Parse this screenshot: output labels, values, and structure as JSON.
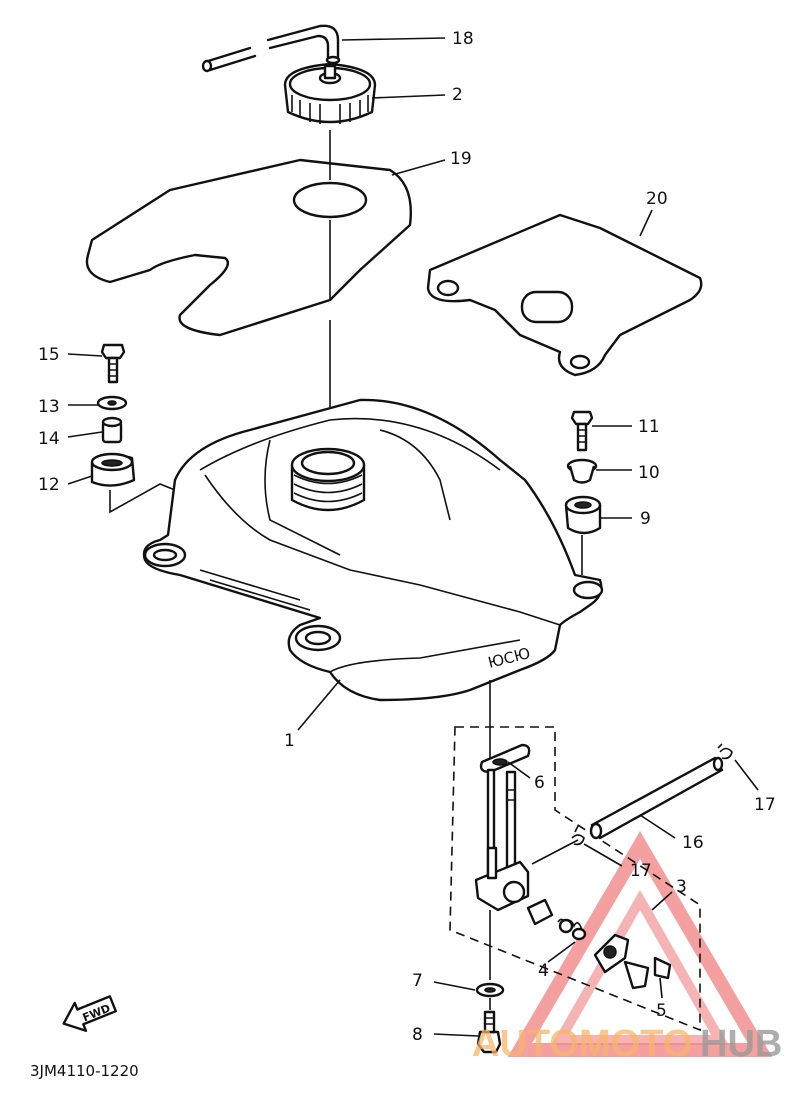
{
  "callouts": [
    {
      "id": "18",
      "label": "18"
    },
    {
      "id": "2",
      "label": "2"
    },
    {
      "id": "19",
      "label": "19"
    },
    {
      "id": "20",
      "label": "20"
    },
    {
      "id": "15",
      "label": "15"
    },
    {
      "id": "13",
      "label": "13"
    },
    {
      "id": "14",
      "label": "14"
    },
    {
      "id": "12",
      "label": "12"
    },
    {
      "id": "11",
      "label": "11"
    },
    {
      "id": "10",
      "label": "10"
    },
    {
      "id": "9",
      "label": "9"
    },
    {
      "id": "1",
      "label": "1"
    },
    {
      "id": "6",
      "label": "6"
    },
    {
      "id": "17a",
      "label": "17"
    },
    {
      "id": "16",
      "label": "16"
    },
    {
      "id": "17b",
      "label": "17"
    },
    {
      "id": "3",
      "label": "3"
    },
    {
      "id": "4",
      "label": "4"
    },
    {
      "id": "5",
      "label": "5"
    },
    {
      "id": "7",
      "label": "7"
    },
    {
      "id": "8",
      "label": "8"
    }
  ],
  "fwd_label": "FWD",
  "diagram_code": "3JM4110-1220",
  "watermark": {
    "part1": "AUTOMOTO",
    "part2": "HUB",
    "accent_color": "#f28a8a",
    "text_color": "#f7b66a"
  }
}
